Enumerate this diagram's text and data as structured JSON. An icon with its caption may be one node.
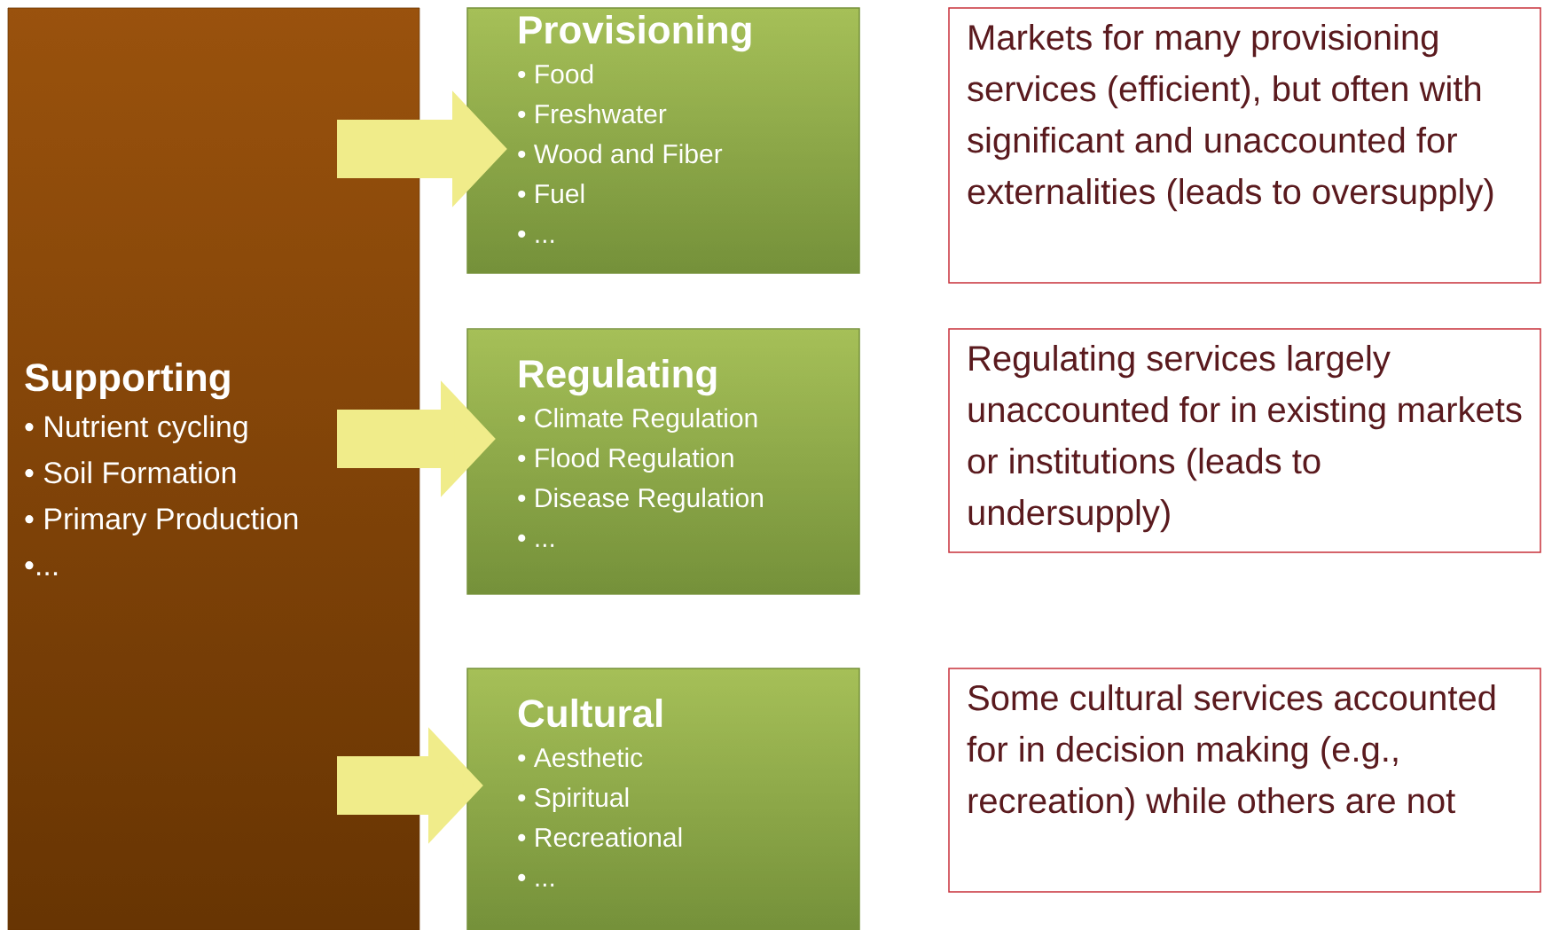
{
  "diagram": {
    "nodes": [
      {
        "text": [
          "Supporting",
          "• Nutrient cycling",
          "• Soil Formation",
          "• Primary Production",
          "•..."
        ]
      },
      {
        "text": [
          "Provisioning",
          "• Food",
          "• Freshwater",
          "• Wood and Fiber",
          "• Fuel",
          "• ..."
        ]
      },
      {
        "text": [
          "Regulating",
          "• Climate Regulation",
          "• Flood Regulation",
          "• Disease Regulation",
          "• ..."
        ]
      },
      {
        "text": [
          "Cultural",
          "• Aesthetic",
          "• Spiritual",
          "• Recreational",
          "• ..."
        ]
      },
      {
        "text": [
          "Markets for many provisioning services (efficient), but often with significant and unaccounted for externalities (leads to oversupply)"
        ]
      },
      {
        "text": [
          "Regulating services largely unaccounted for in existing markets or institutions (leads to undersupply)"
        ]
      },
      {
        "text": [
          "Some cultural services accounted for in decision making (e.g., recreation) while others are not"
        ]
      }
    ],
    "edges": [
      {
        "from": 0,
        "to": 1,
        "arrow": "to"
      },
      {
        "from": 0,
        "to": 2,
        "arrow": "to"
      },
      {
        "from": 0,
        "to": 3,
        "arrow": "to"
      }
    ]
  }
}
